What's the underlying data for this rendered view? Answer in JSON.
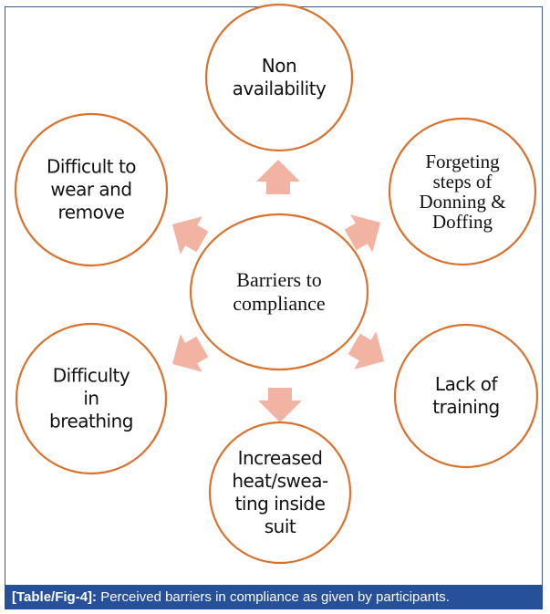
{
  "figure": {
    "center": {
      "label_lines": [
        "Barriers to",
        "compliance"
      ]
    },
    "nodes": [
      {
        "id": "non-availability",
        "lines": [
          "Non",
          "availability"
        ],
        "font": "sans"
      },
      {
        "id": "forgetting-steps",
        "lines": [
          "Forgeting",
          "steps of",
          "Donning &",
          "Doffing"
        ],
        "font": "serif"
      },
      {
        "id": "lack-of-training",
        "lines": [
          "Lack of",
          "training"
        ],
        "font": "sans"
      },
      {
        "id": "increased-heat",
        "lines": [
          "Increased",
          "heat/swea-",
          "ting inside",
          "suit"
        ],
        "font": "sans"
      },
      {
        "id": "difficulty-breathing",
        "lines": [
          "Difficulty",
          "in",
          "breathing"
        ],
        "font": "sans"
      },
      {
        "id": "difficult-to-wear",
        "lines": [
          "Difficult to",
          "wear and",
          "remove"
        ],
        "font": "sans"
      }
    ],
    "colors": {
      "circle_stroke": "#d9722e",
      "arrow_fill": "#f2b3a2",
      "frame_border": "#3a5a84",
      "caption_bg": "#26509a"
    }
  },
  "caption": {
    "label": "[Table/Fig-4]:",
    "text": " Perceived barriers in compliance as given by participants."
  }
}
